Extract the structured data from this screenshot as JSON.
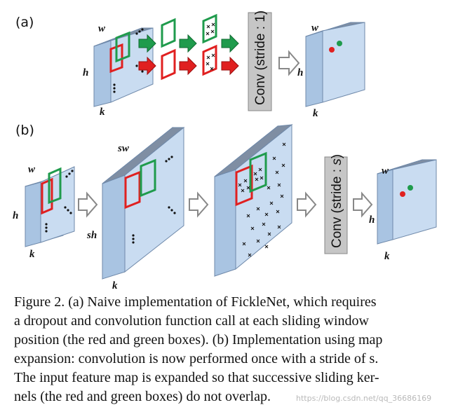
{
  "panels": {
    "a": {
      "label": "(a)",
      "input_dims": {
        "w": "w",
        "h": "h",
        "k": "k"
      },
      "conv_label": "Conv (stride : 1)",
      "output_dims": {
        "w": "w",
        "h": "h",
        "k": "k"
      }
    },
    "b": {
      "label": "(b)",
      "input_dims": {
        "w": "w",
        "h": "h",
        "k": "k"
      },
      "expanded_dims": {
        "sw": "sw",
        "sh": "sh",
        "k": "k"
      },
      "conv_label_prefix": "Conv (stride : ",
      "conv_label_var": "s",
      "conv_label_suffix": ")",
      "output_dims": {
        "w": "w",
        "h": "h",
        "k": "k"
      }
    }
  },
  "colors": {
    "cube_front": "#c9dcf1",
    "cube_side": "#a9c4e2",
    "cube_top": "#7f8ea3",
    "red": "#e02020",
    "green": "#1f9b4c",
    "conv_box": "#c6c6c6",
    "arrow_outline": "#888888"
  },
  "caption": {
    "line1": "Figure 2.  (a) Naive implementation of FickleNet, which requires",
    "line2": "a dropout and convolution function call at each sliding window",
    "line3": "position (the red and green boxes). (b) Implementation using map",
    "line4": "expansion: convolution is now performed once with a stride of s.",
    "line5": "The input feature map is expanded so that successive sliding ker-",
    "line6": "nels (the red and green boxes) do not overlap."
  },
  "watermark": "https://blog.csdn.net/qq_36686169"
}
